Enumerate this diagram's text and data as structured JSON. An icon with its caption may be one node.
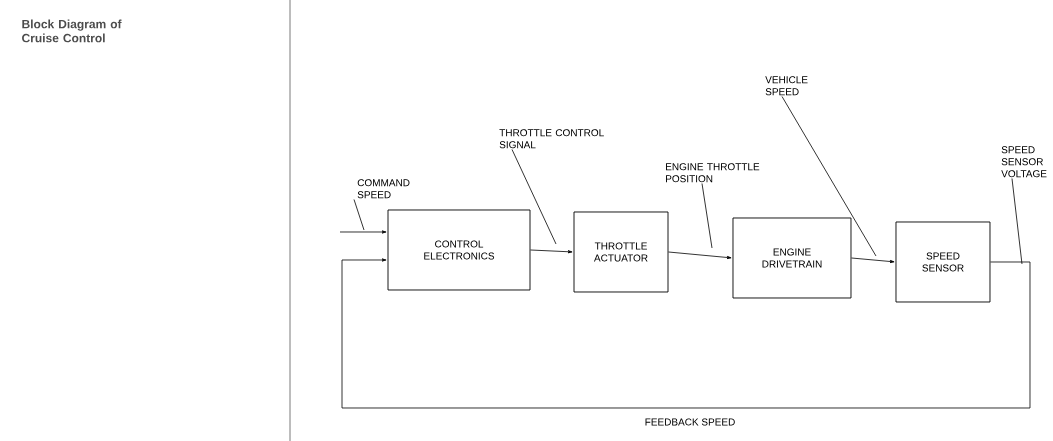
{
  "diagram": {
    "title": "Block Diagram of Cruise Control",
    "nodes": [
      {
        "text": [
          "CONTROL ELECTRONICS"
        ]
      },
      {
        "text": [
          "THROTTLE ACTUATOR"
        ]
      },
      {
        "text": [
          "ENGINE DRIVETRAIN"
        ]
      },
      {
        "text": [
          "SPEED SENSOR"
        ]
      },
      {
        "text": [
          "COMMAND SPEED"
        ]
      },
      {
        "text": [
          "THROTTLE CONTROL SIGNAL"
        ]
      },
      {
        "text": [
          "ENGINE THROTTLE POSITION"
        ]
      },
      {
        "text": [
          "VEHICLE SPEED"
        ]
      },
      {
        "text": [
          "SPEED SENSOR VOLTAGE"
        ]
      }
    ],
    "edges": [
      {
        "from": null,
        "to": 0,
        "arrow": "to"
      },
      {
        "from": 0,
        "to": 1,
        "arrow": "to"
      },
      {
        "from": 1,
        "to": 2,
        "arrow": "to"
      },
      {
        "from": 2,
        "to": 3,
        "arrow": "to"
      },
      {
        "from": 3,
        "to": 0,
        "arrow": "to",
        "label": "FEEDBACK SPEED"
      },
      {
        "from": 4,
        "to": null,
        "arrow": "none"
      },
      {
        "from": 5,
        "to": null,
        "arrow": "none"
      },
      {
        "from": 6,
        "to": null,
        "arrow": "none"
      },
      {
        "from": 7,
        "to": null,
        "arrow": "none"
      },
      {
        "from": 8,
        "to": null,
        "arrow": "none"
      }
    ]
  }
}
